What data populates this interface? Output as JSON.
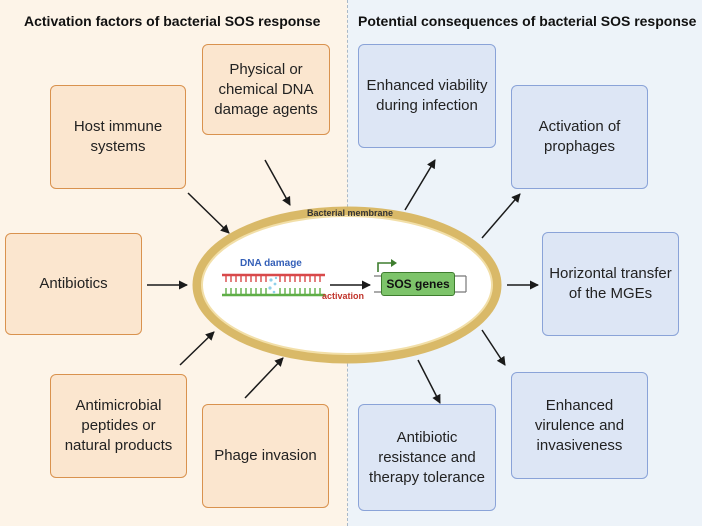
{
  "headings": {
    "left": "Activation factors of bacterial SOS response",
    "right": "Potential consequences of bacterial SOS response"
  },
  "activation_factors": [
    "Physical or\nchemical DNA\ndamage agents",
    "Host immune\nsystems",
    "Antibiotics",
    "Antimicrobial\npeptides or\nnatural products",
    "Phage invasion"
  ],
  "consequences": [
    "Enhanced viability\nduring infection",
    "Activation of\nprophages",
    "Horizontal transfer\nof the MGEs",
    "Enhanced\nvirulence and\ninvasiveness",
    "Antibiotic\nresistance and\ntherapy tolerance"
  ],
  "cell": {
    "membrane_label": "Bacterial membrane",
    "dna_label": "DNA damage",
    "activation_label": "activation",
    "sos_genes_label": "SOS genes"
  },
  "colors": {
    "left_panel": "#fdf4e8",
    "right_panel": "#edf3f9",
    "orange_box": "#fbe6cf",
    "blue_box": "#dde6f5",
    "membrane": "#d9b968",
    "dna_red": "#d8494a",
    "dna_green": "#5fae47",
    "sos_box": "#7dc46a"
  }
}
